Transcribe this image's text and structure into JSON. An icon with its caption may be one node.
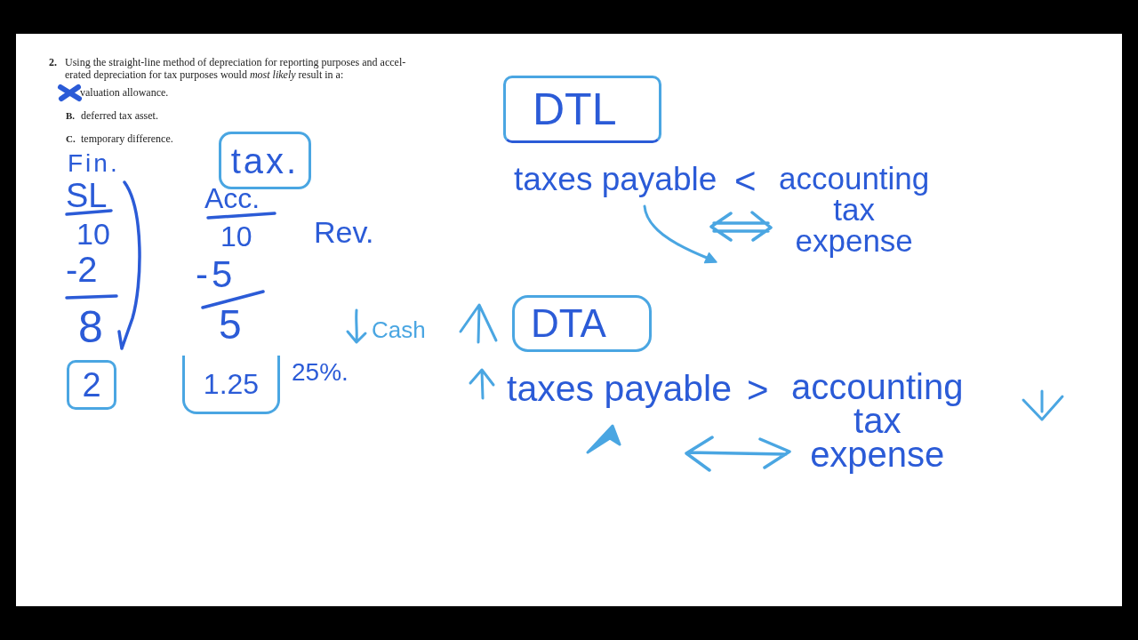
{
  "diagram": {
    "nodes": [
      {
        "text": [
          "tax."
        ]
      },
      {
        "text": [
          "2"
        ]
      },
      {
        "text": [
          "1.25"
        ],
        "beside": [
          "25%."
        ]
      },
      {
        "text": [
          "DTL"
        ]
      },
      {
        "text": [
          "DTA"
        ]
      }
    ],
    "labels": [
      "2.",
      "Using the straight-line method of depreciation for reporting purposes and accel-erated depreciation for tax purposes would *most likely* result in a:",
      "valuation allowance.",
      "B.",
      "deferred tax asset.",
      "C.",
      "temporary difference.",
      "Fin.",
      "SL",
      "10",
      "-2",
      "8",
      "Acc.",
      "10",
      "Rev.",
      "-5",
      "5",
      "Cash",
      "taxes payable",
      "<",
      "accounting tax expense",
      "taxes payable",
      ">",
      "accounting tax expense"
    ]
  }
}
